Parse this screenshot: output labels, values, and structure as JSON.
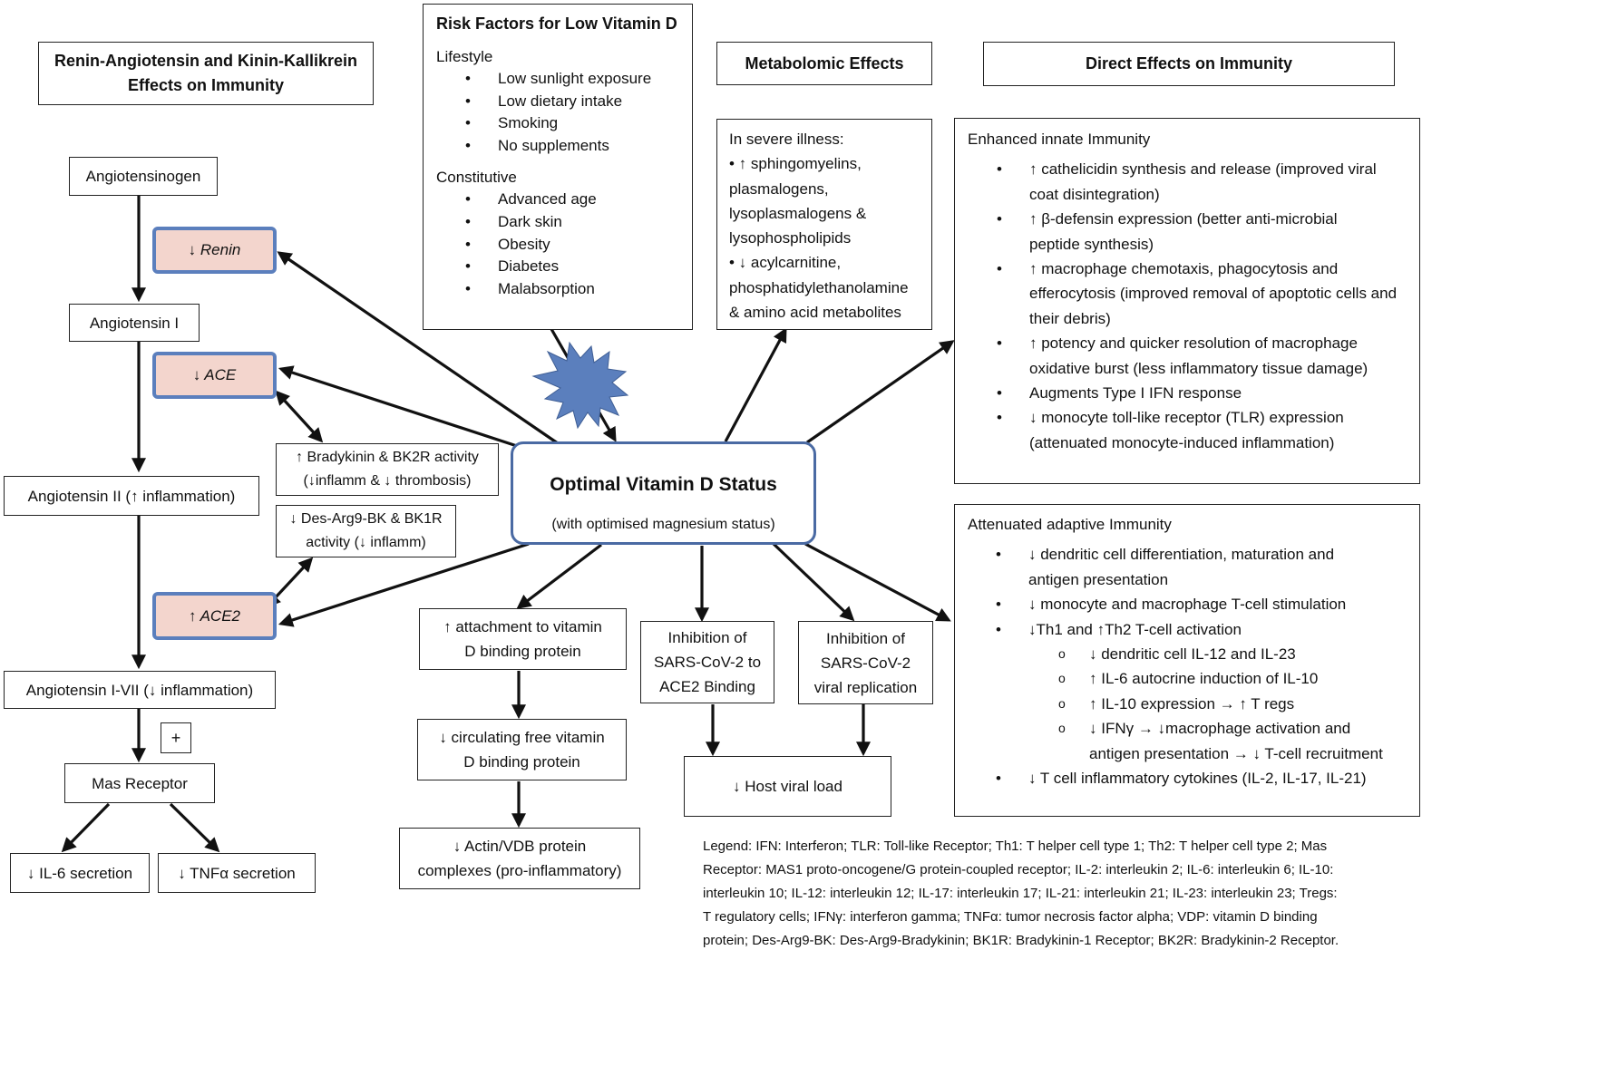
{
  "ras": {
    "title_line1": "Renin-Angiotensin and Kinin-Kallikrein",
    "title_line2": "Effects on Immunity",
    "angiotensinogen": "Angiotensinogen",
    "renin": "↓ Renin",
    "angiotensin1": "Angiotensin I",
    "ace": "↓ ACE",
    "bradykinin_line1": "↑ Bradykinin & BK2R activity",
    "bradykinin_line2": "(↓inflamm & ↓ thrombosis)",
    "angiotensin2": "Angiotensin II (↑ inflammation)",
    "desarg_line1": "↓ Des-Arg9-BK & BK1R",
    "desarg_line2": "activity (↓ inflamm)",
    "ace2": "↑ ACE2",
    "angiotensin17": "Angiotensin I-VII (↓ inflammation)",
    "plus": "+",
    "mas": "Mas Receptor",
    "il6": "↓ IL-6 secretion",
    "tnf": "↓ TNFα secretion"
  },
  "risk": {
    "title": "Risk Factors for Low Vitamin D",
    "lifestyle_label": "Lifestyle",
    "lifestyle": [
      "Low sunlight exposure",
      "Low dietary intake",
      "Smoking",
      "No supplements"
    ],
    "constitutive_label": "Constitutive",
    "constitutive": [
      "Advanced age",
      "Dark skin",
      "Obesity",
      "Diabetes",
      "Malabsorption"
    ]
  },
  "metabolomic": {
    "title": "Metabolomic Effects",
    "lines": [
      "In severe illness:",
      "• ↑ sphingomyelins,",
      "plasmalogens,",
      "lysoplasmalogens &",
      "lysophospholipids",
      "• ↓ acylcarnitine,",
      "phosphatidylethanolamine",
      "& amino acid metabolites"
    ]
  },
  "immunity": {
    "title": "Direct Effects on Immunity",
    "innate_label": "Enhanced innate Immunity",
    "innate": [
      [
        "↑ cathelicidin synthesis and release (improved viral",
        "coat disintegration)"
      ],
      [
        "↑ β-defensin expression (better anti-microbial",
        "peptide synthesis)"
      ],
      [
        "↑ macrophage chemotaxis, phagocytosis and",
        "efferocytosis (improved removal of apoptotic cells and",
        "their debris)"
      ],
      [
        "↑ potency and quicker resolution of macrophage",
        "oxidative burst (less inflammatory tissue damage)"
      ],
      [
        "Augments Type I IFN response"
      ],
      [
        "↓ monocyte toll-like receptor (TLR) expression",
        "(attenuated monocyte-induced inflammation)"
      ]
    ],
    "adaptive_label": "Attenuated adaptive Immunity",
    "adaptive": {
      "dendritic": [
        "↓ dendritic cell differentiation, maturation and",
        "antigen presentation"
      ],
      "monocyte": "↓ monocyte and macrophage T-cell stimulation",
      "th": "↓Th1 and ↑Th2 T-cell activation",
      "sub": [
        [
          "↓ dendritic cell IL-12 and IL-23"
        ],
        [
          "↑ IL-6 autocrine induction of IL-10"
        ],
        [
          "↑ IL-10 expression → ↑ T regs"
        ],
        [
          "↓ IFNγ → ↓macrophage activation and",
          "antigen presentation → ↓ T-cell recruitment"
        ]
      ],
      "cytokines": "↓ T cell inflammatory cytokines (IL-2, IL-17, IL-21)"
    }
  },
  "center": {
    "title": "Optimal Vitamin D Status",
    "subtitle": "(with optimised magnesium status)"
  },
  "vdbp": {
    "attachment": [
      "↑ attachment to vitamin",
      "D binding protein"
    ],
    "circulating": [
      "↓ circulating free vitamin",
      "D binding protein"
    ],
    "actin": [
      "↓ Actin/VDB protein",
      "complexes (pro-inflammatory)"
    ]
  },
  "viral": {
    "inhibit_binding": [
      "Inhibition of",
      "SARS-CoV-2  to",
      "ACE2 Binding"
    ],
    "inhibit_replication": [
      "Inhibition of",
      "SARS-CoV-2",
      "viral replication"
    ],
    "host_load": "↓ Host viral load"
  },
  "legend": {
    "lines": [
      "Legend: IFN: Interferon; TLR: Toll-like Receptor; Th1: T helper cell type 1; Th2: T helper cell type 2; Mas",
      "Receptor: MAS1 proto-oncogene/G protein-coupled receptor; IL-2: interleukin 2; IL-6: interleukin 6; IL-10:",
      "interleukin 10; IL-12: interleukin 12; IL-17: interleukin 17; IL-21: interleukin 21; IL-23: interleukin 23; Tregs:",
      "T regulatory cells; IFNγ: interferon gamma; TNFα: tumor necrosis factor alpha; VDP: vitamin D binding",
      "protein; Des-Arg9-BK: Des-Arg9-Bradykinin; BK1R: Bradykinin-1 Receptor; BK2R: Bradykinin-2 Receptor."
    ]
  },
  "colors": {
    "enzyme_fill": "#f3d5cd",
    "enzyme_border": "#5b7fbd",
    "center_border": "#4a6aa3",
    "star_fill": "#5b7fbd"
  }
}
